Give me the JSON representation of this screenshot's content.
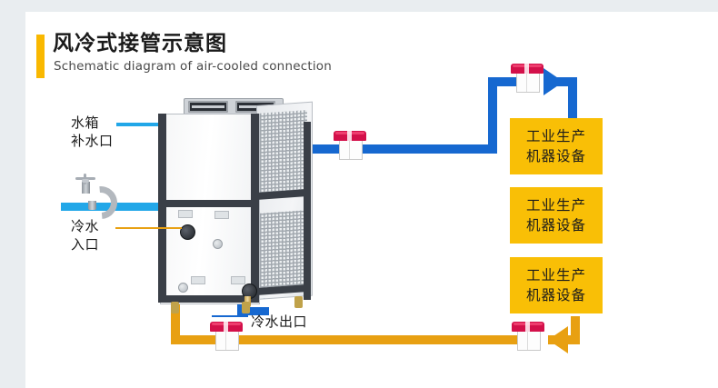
{
  "page": {
    "background_color": "#e9edf0",
    "card_color": "#ffffff"
  },
  "header": {
    "title_cn": "风冷式接管示意图",
    "title_en": "Schematic diagram of air-cooled connection",
    "accent_color": "#f9b800"
  },
  "colors": {
    "chilled_supply_blue": "#1668d0",
    "makeup_water_cyan": "#22a7e8",
    "return_orange": "#e8a012",
    "machine_box_yellow": "#f9bf06",
    "valve_red": "#d3104a"
  },
  "labels": {
    "tank_fill": {
      "line1": "水箱",
      "line2": "补水口"
    },
    "cold_inlet": {
      "line1": "冷水",
      "line2": "入口"
    },
    "cold_outlet": "冷水出口"
  },
  "equipment": {
    "chiller_name": "air-cooled-chiller-unit",
    "faucet_name": "water-faucet"
  },
  "machines": [
    {
      "line1": "工业生产",
      "line2": "机器设备"
    },
    {
      "line1": "工业生产",
      "line2": "机器设备"
    },
    {
      "line1": "工业生产",
      "line2": "机器设备"
    }
  ],
  "valves": [
    {
      "id": "valve-supply-chiller",
      "position": "chiller-outlet-top"
    },
    {
      "id": "valve-supply-machines",
      "position": "machines-inlet-top"
    },
    {
      "id": "valve-return-left",
      "position": "return-line-left"
    },
    {
      "id": "valve-return-right",
      "position": "return-line-right"
    }
  ],
  "flow_arrows": [
    {
      "id": "arrow-supply-to-machines",
      "direction": "right",
      "color": "#1668d0"
    },
    {
      "id": "arrow-chiller-outlet",
      "direction": "right",
      "color": "#1668d0"
    },
    {
      "id": "arrow-return-to-chiller",
      "direction": "up",
      "color": "#e8a012"
    },
    {
      "id": "arrow-return-from-machines",
      "direction": "left",
      "color": "#e8a012"
    }
  ]
}
